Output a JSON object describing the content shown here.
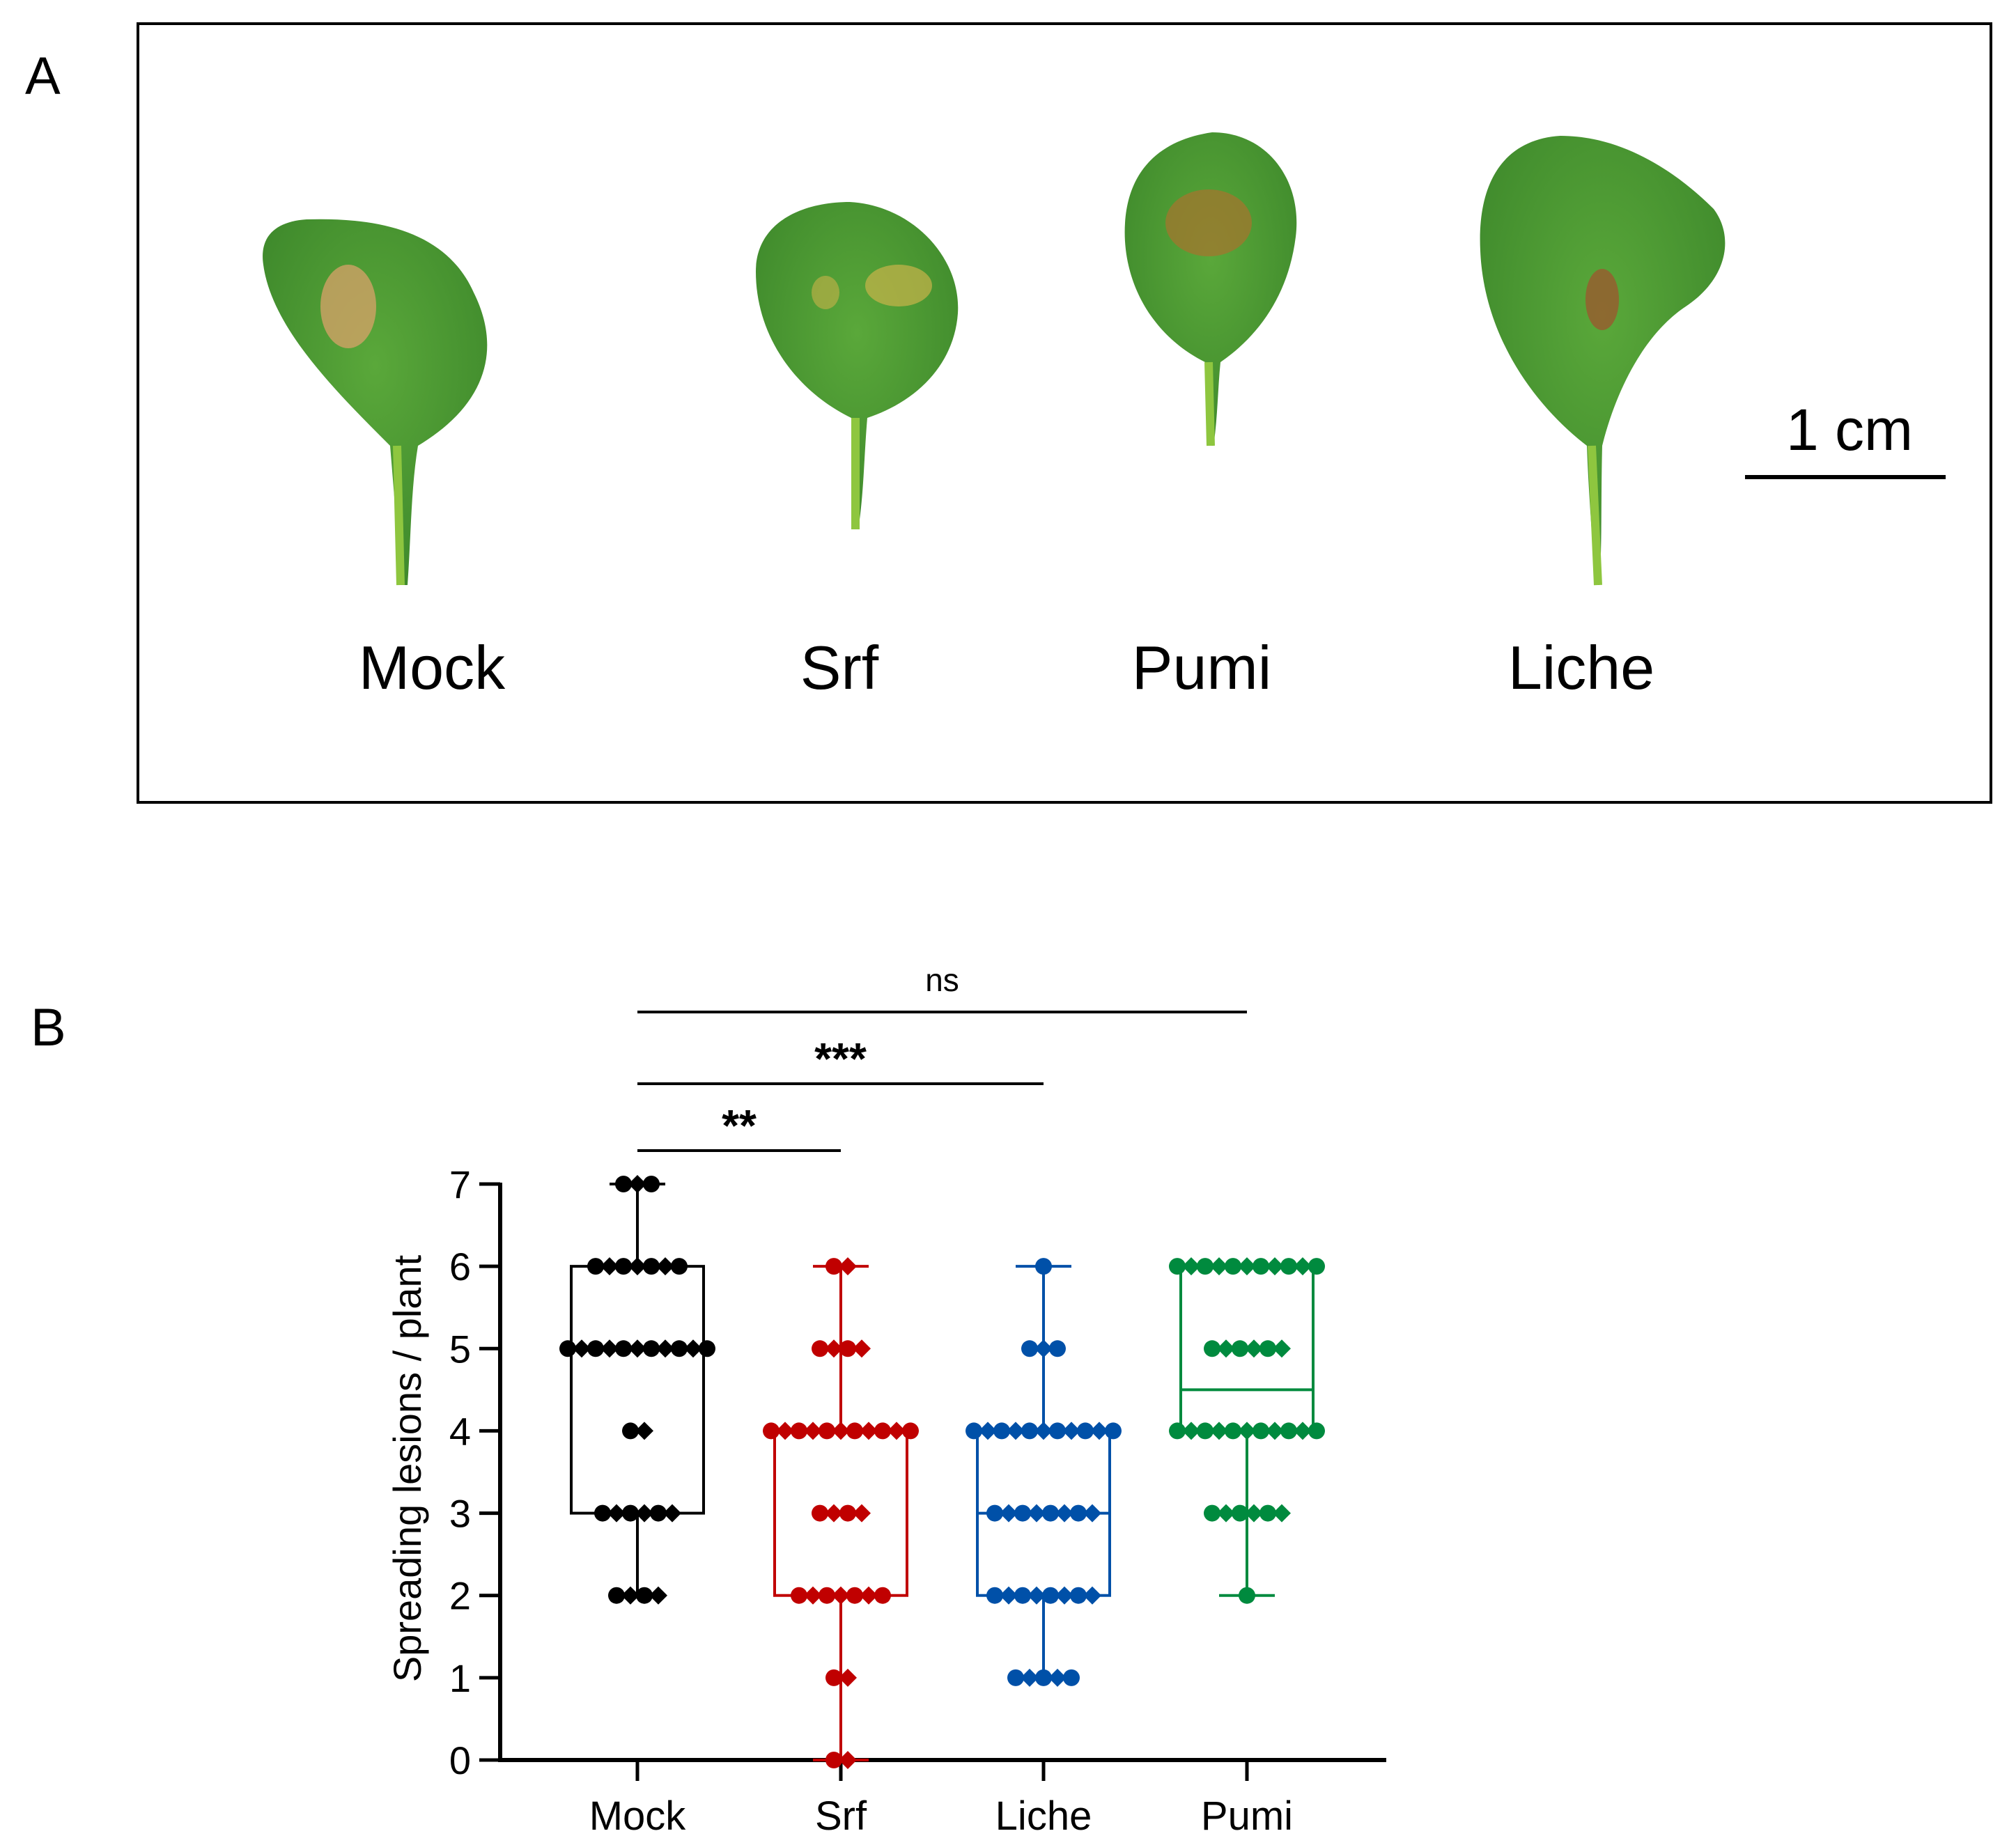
{
  "panel_a": {
    "label": "A",
    "leaves": [
      {
        "name": "Mock",
        "lesion_color": "#d9a26a"
      },
      {
        "name": "Srf",
        "lesion_color": "#c9b34a"
      },
      {
        "name": "Pumi",
        "lesion_color": "#a3752e"
      },
      {
        "name": "Liche",
        "lesion_color": "#9a5a2e"
      }
    ],
    "scale_bar": "1 cm",
    "leaf_color": "#4e9e34"
  },
  "panel_b": {
    "label": "B",
    "chart_data": {
      "type": "box",
      "ylabel": "Spreading lesions / plant",
      "ylim": [
        0,
        7
      ],
      "yticks": [
        0,
        1,
        2,
        3,
        4,
        5,
        6,
        7
      ],
      "categories": [
        "Mock",
        "Srf",
        "Liche",
        "Pumi"
      ],
      "series": [
        {
          "name": "Mock",
          "color": "#000000",
          "box": {
            "min": 2,
            "q1": 3,
            "median": 5,
            "q3": 6,
            "max": 7
          },
          "points": [
            {
              "y": 7,
              "n": 3
            },
            {
              "y": 6,
              "n": 7
            },
            {
              "y": 5,
              "n": 11
            },
            {
              "y": 4,
              "n": 2
            },
            {
              "y": 3,
              "n": 6
            },
            {
              "y": 2,
              "n": 4
            }
          ]
        },
        {
          "name": "Srf",
          "color": "#c00000",
          "box": {
            "min": 0,
            "q1": 2,
            "median": 4,
            "q3": 4,
            "max": 6
          },
          "points": [
            {
              "y": 6,
              "n": 2
            },
            {
              "y": 5,
              "n": 4
            },
            {
              "y": 4,
              "n": 11
            },
            {
              "y": 3,
              "n": 4
            },
            {
              "y": 2,
              "n": 7
            },
            {
              "y": 1,
              "n": 2
            },
            {
              "y": 0,
              "n": 2
            }
          ]
        },
        {
          "name": "Liche",
          "color": "#0050a8",
          "box": {
            "min": 1,
            "q1": 2,
            "median": 3,
            "q3": 4,
            "max": 6
          },
          "points": [
            {
              "y": 6,
              "n": 1
            },
            {
              "y": 5,
              "n": 3
            },
            {
              "y": 4,
              "n": 11
            },
            {
              "y": 3,
              "n": 8
            },
            {
              "y": 2,
              "n": 8
            },
            {
              "y": 1,
              "n": 5
            }
          ]
        },
        {
          "name": "Pumi",
          "color": "#008a3e",
          "box": {
            "min": 2,
            "q1": 4,
            "median": 4.5,
            "q3": 6,
            "max": 6
          },
          "points": [
            {
              "y": 6,
              "n": 11
            },
            {
              "y": 5,
              "n": 6
            },
            {
              "y": 4,
              "n": 11
            },
            {
              "y": 3,
              "n": 6
            },
            {
              "y": 2,
              "n": 1
            }
          ]
        }
      ],
      "significance": [
        {
          "from": "Mock",
          "to": "Srf",
          "label": "**"
        },
        {
          "from": "Mock",
          "to": "Liche",
          "label": "***"
        },
        {
          "from": "Mock",
          "to": "Pumi",
          "label": "ns"
        }
      ]
    }
  }
}
